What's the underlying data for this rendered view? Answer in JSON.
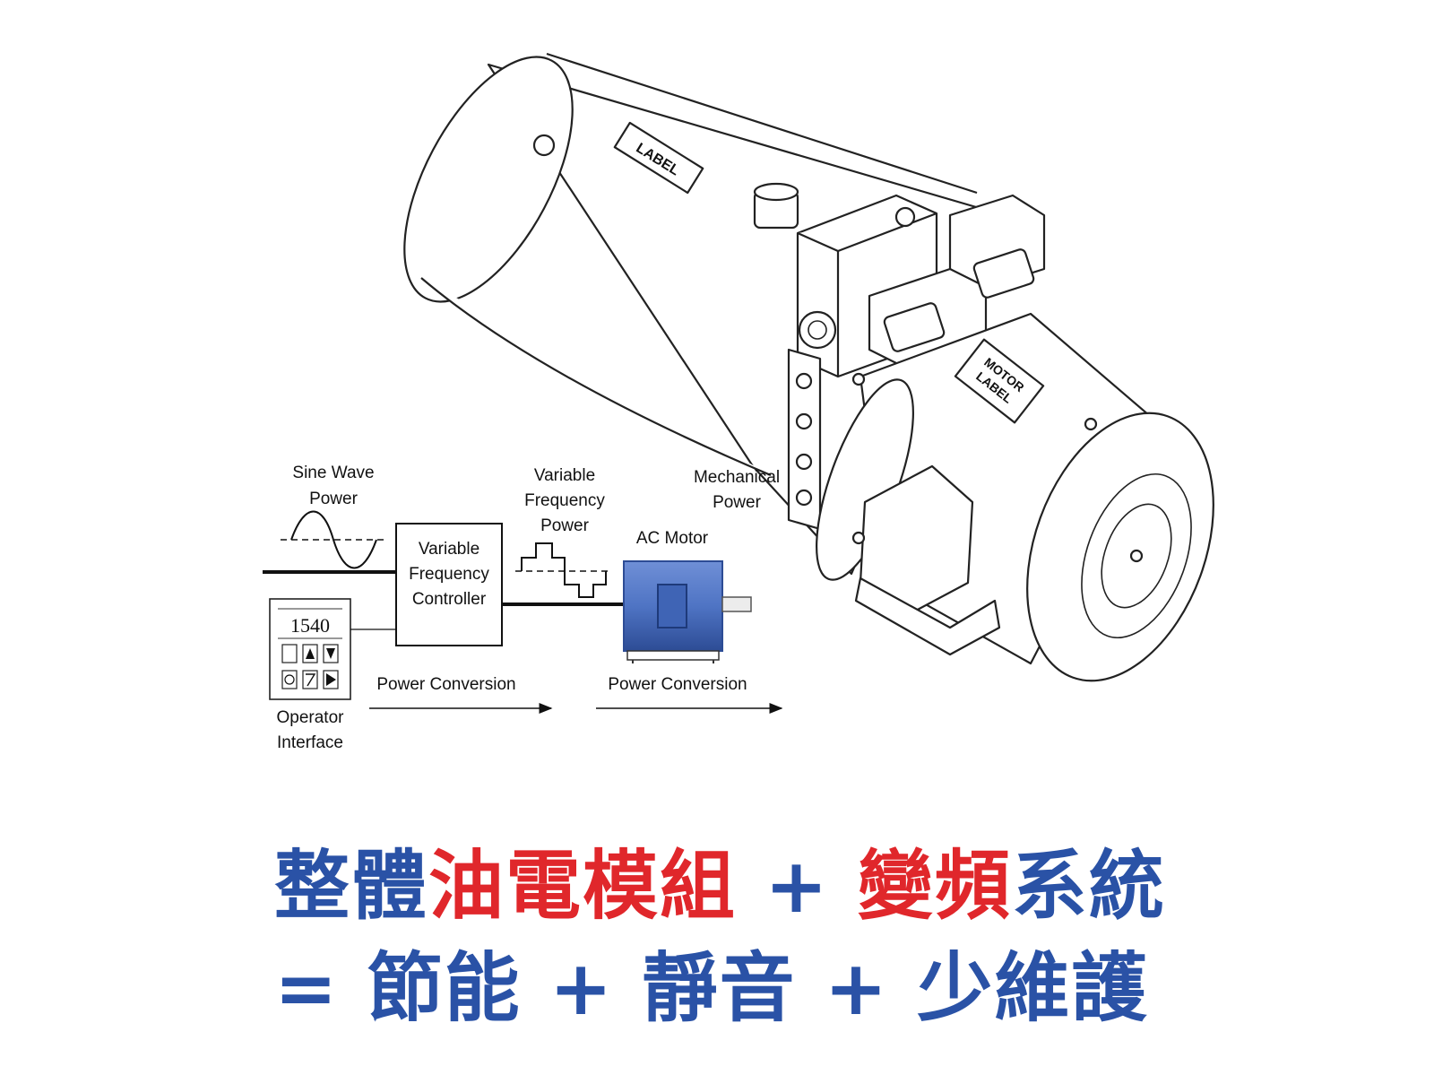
{
  "diagram": {
    "labels": {
      "sine_wave_power": [
        "Sine Wave",
        "Power"
      ],
      "vfc": [
        "Variable",
        "Frequency",
        "Controller"
      ],
      "variable_frequency_power": [
        "Variable",
        "Frequency",
        "Power"
      ],
      "mechanical_power": [
        "Mechanical",
        "Power"
      ],
      "ac_motor": "AC Motor",
      "display_value": "1540",
      "operator_interface": [
        "Operator",
        "Interface"
      ],
      "power_conversion_1": "Power Conversion",
      "power_conversion_2": "Power Conversion"
    },
    "product_labels": {
      "tank_label": "LABEL",
      "motor_label": [
        "MOTOR",
        "LABEL"
      ]
    },
    "colors": {
      "motor_fill": "#4f74c4",
      "motor_dark": "#2d4c95",
      "headline_blue": "#2a52a6",
      "headline_red": "#e0272b"
    }
  },
  "headline": {
    "line1": [
      {
        "text": "整體",
        "color": "blue"
      },
      {
        "text": "油電模組",
        "color": "red"
      },
      {
        "text": " + ",
        "color": "blue"
      },
      {
        "text": "變頻",
        "color": "red"
      },
      {
        "text": "系統",
        "color": "blue"
      }
    ],
    "line2": [
      {
        "text": "= 節能 + 靜音 + 少維護",
        "color": "blue"
      }
    ]
  }
}
